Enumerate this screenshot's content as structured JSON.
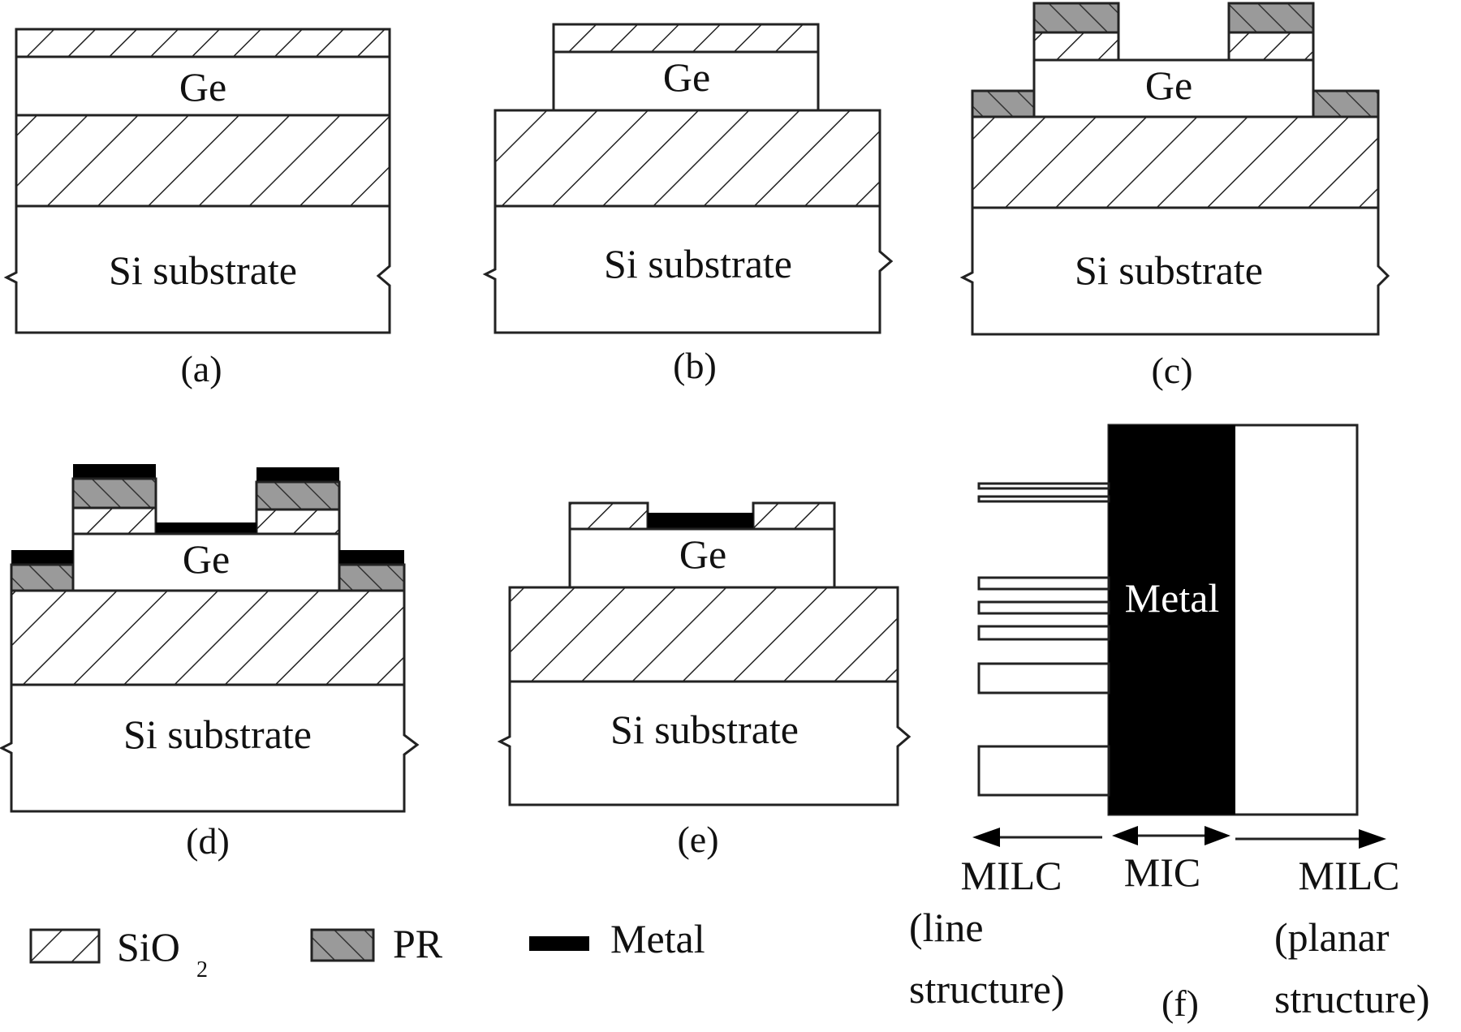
{
  "labels": {
    "ge": "Ge",
    "si_substrate": "Si substrate",
    "metal_block": "Metal"
  },
  "captions": {
    "a": "(a)",
    "b": "(b)",
    "c": "(c)",
    "d": "(d)",
    "e": "(e)",
    "f": "(f)"
  },
  "legend": {
    "sio2_main": "SiO",
    "sio2_sub": "2",
    "pr": "PR",
    "metal": "Metal"
  },
  "regions": {
    "milc_left": "MILC",
    "milc_left_line1": "(line",
    "milc_left_line2": "structure)",
    "mic": "MIC",
    "milc_right": "MILC",
    "milc_right_line1": "(planar",
    "milc_right_line2": "structure)"
  },
  "colors": {
    "outline": "#222222",
    "metal": "#000000",
    "pr_fill": "#9a9a9a",
    "background": "#ffffff"
  }
}
